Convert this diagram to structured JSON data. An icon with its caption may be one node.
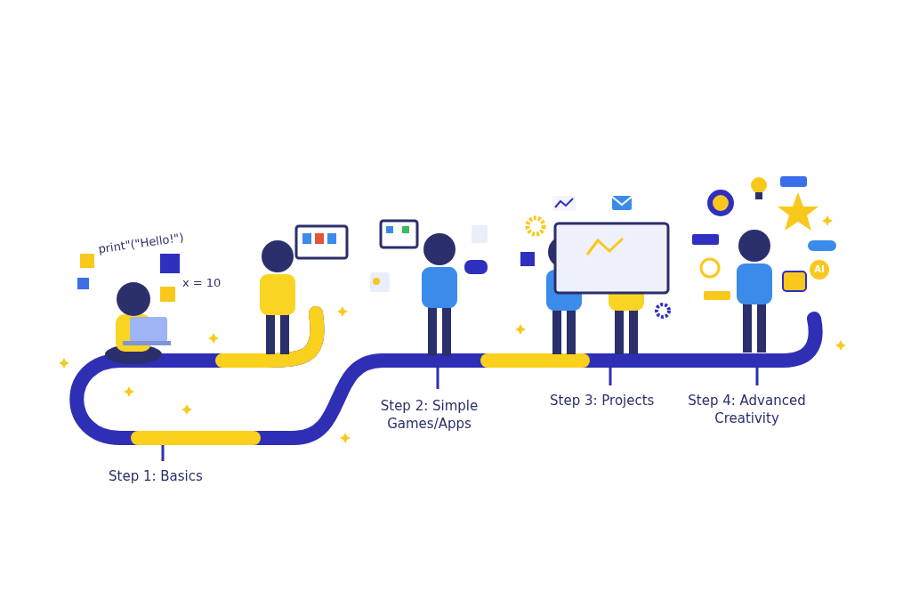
{
  "diagram": {
    "labels": [
      "print\"(\"Hello!\")",
      "x = 10",
      "Step 1: Basics",
      "Step 2: Simple Games/Apps",
      "Step 3: Projects",
      "Step 4: Advanced Creativity",
      "AI"
    ]
  }
}
